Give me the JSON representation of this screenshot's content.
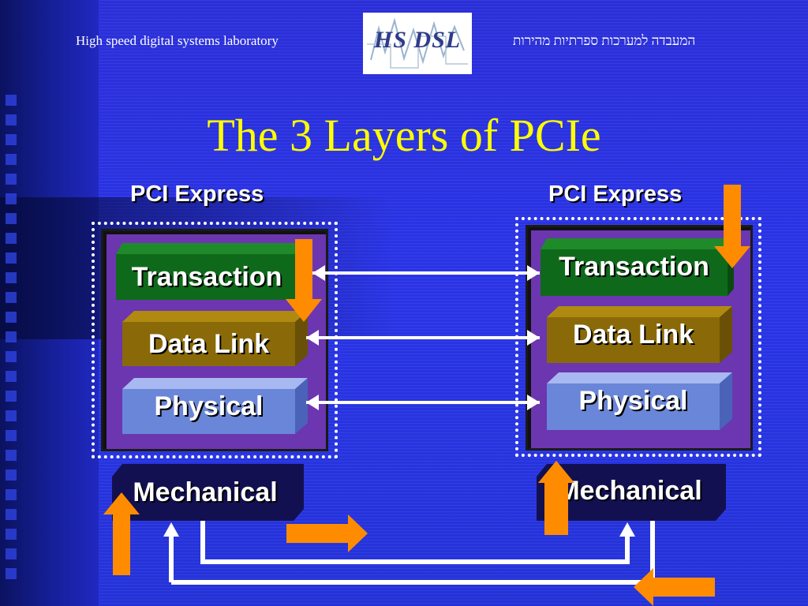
{
  "header": {
    "lab_english": "High speed digital systems laboratory",
    "lab_hebrew": "המעבדה למערכות ספרתיות מהירות",
    "logo_text": "HS DSL"
  },
  "title": "The 3 Layers of PCIe",
  "left_stack": {
    "label": "PCI Express",
    "layers": [
      "Transaction",
      "Data Link",
      "Physical"
    ],
    "mechanical": "Mechanical"
  },
  "right_stack": {
    "label": "PCI Express",
    "layers": [
      "Transaction",
      "Data Link",
      "Physical"
    ],
    "mechanical": "Mechanical"
  },
  "colors": {
    "title": "#ffff00",
    "transaction": "#0e6a1a",
    "data_link": "#8a6a08",
    "physical": "#6a86d8",
    "mechanical": "#121050",
    "orange_arrow": "#ff8c00",
    "container": "#6b36b0"
  }
}
